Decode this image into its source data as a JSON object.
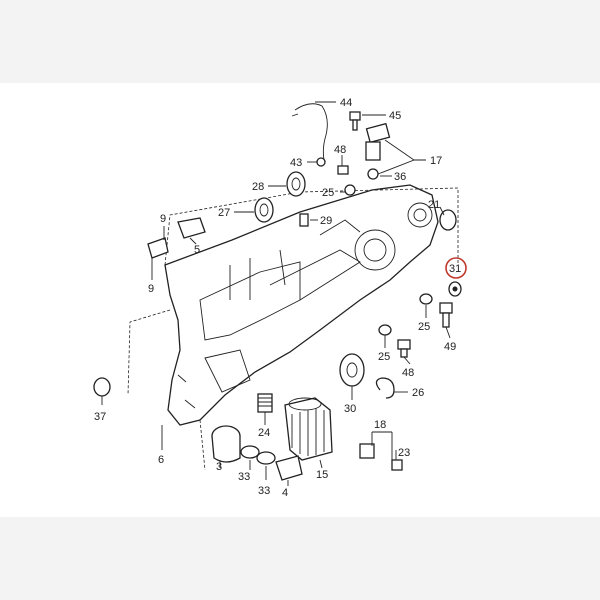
{
  "diagram": {
    "callouts": [
      {
        "id": "c44",
        "text": "44"
      },
      {
        "id": "c45",
        "text": "45"
      },
      {
        "id": "c43",
        "text": "43"
      },
      {
        "id": "c48a",
        "text": "48"
      },
      {
        "id": "c17",
        "text": "17"
      },
      {
        "id": "c36",
        "text": "36"
      },
      {
        "id": "c28",
        "text": "28"
      },
      {
        "id": "c25a",
        "text": "25"
      },
      {
        "id": "c27",
        "text": "27"
      },
      {
        "id": "c29",
        "text": "29"
      },
      {
        "id": "c21",
        "text": "21"
      },
      {
        "id": "c9a",
        "text": "9"
      },
      {
        "id": "c5",
        "text": "5"
      },
      {
        "id": "c9b",
        "text": "9"
      },
      {
        "id": "c31",
        "text": "31"
      },
      {
        "id": "c25b",
        "text": "25"
      },
      {
        "id": "c49",
        "text": "49"
      },
      {
        "id": "c25c",
        "text": "25"
      },
      {
        "id": "c48b",
        "text": "48"
      },
      {
        "id": "c26",
        "text": "26"
      },
      {
        "id": "c37",
        "text": "37"
      },
      {
        "id": "c30",
        "text": "30"
      },
      {
        "id": "c24",
        "text": "24"
      },
      {
        "id": "c18",
        "text": "18"
      },
      {
        "id": "c23",
        "text": "23"
      },
      {
        "id": "c6",
        "text": "6"
      },
      {
        "id": "c3",
        "text": "3"
      },
      {
        "id": "c33a",
        "text": "33"
      },
      {
        "id": "c33b",
        "text": "33"
      },
      {
        "id": "c4",
        "text": "4"
      },
      {
        "id": "c15",
        "text": "15"
      }
    ],
    "highlight": {
      "label": "31",
      "color": "#c0392b"
    }
  }
}
